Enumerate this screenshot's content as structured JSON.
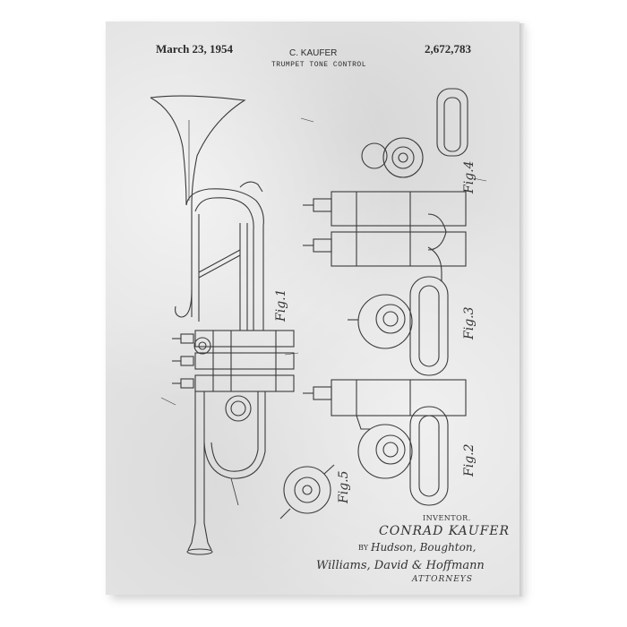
{
  "patent": {
    "date": "March 23, 1954",
    "inventor_header": "C. KAUFER",
    "number": "2,672,783",
    "subtitle": "TRUMPET TONE CONTROL"
  },
  "figures": {
    "fig1": "Fig.1",
    "fig2": "Fig.2",
    "fig3": "Fig.3",
    "fig4": "Fig.4",
    "fig5": "Fig.5"
  },
  "signature": {
    "inventor_label": "INVENTOR.",
    "inventor_name": "CONRAD KAUFER",
    "by": "BY",
    "attorneys_line1": "Hudson, Boughton,",
    "attorneys_line2": "Williams, David & Hoffmann",
    "role": "ATTORNEYS"
  },
  "colors": {
    "paper": "#e3e3e3",
    "ink": "#2b2b2b"
  }
}
